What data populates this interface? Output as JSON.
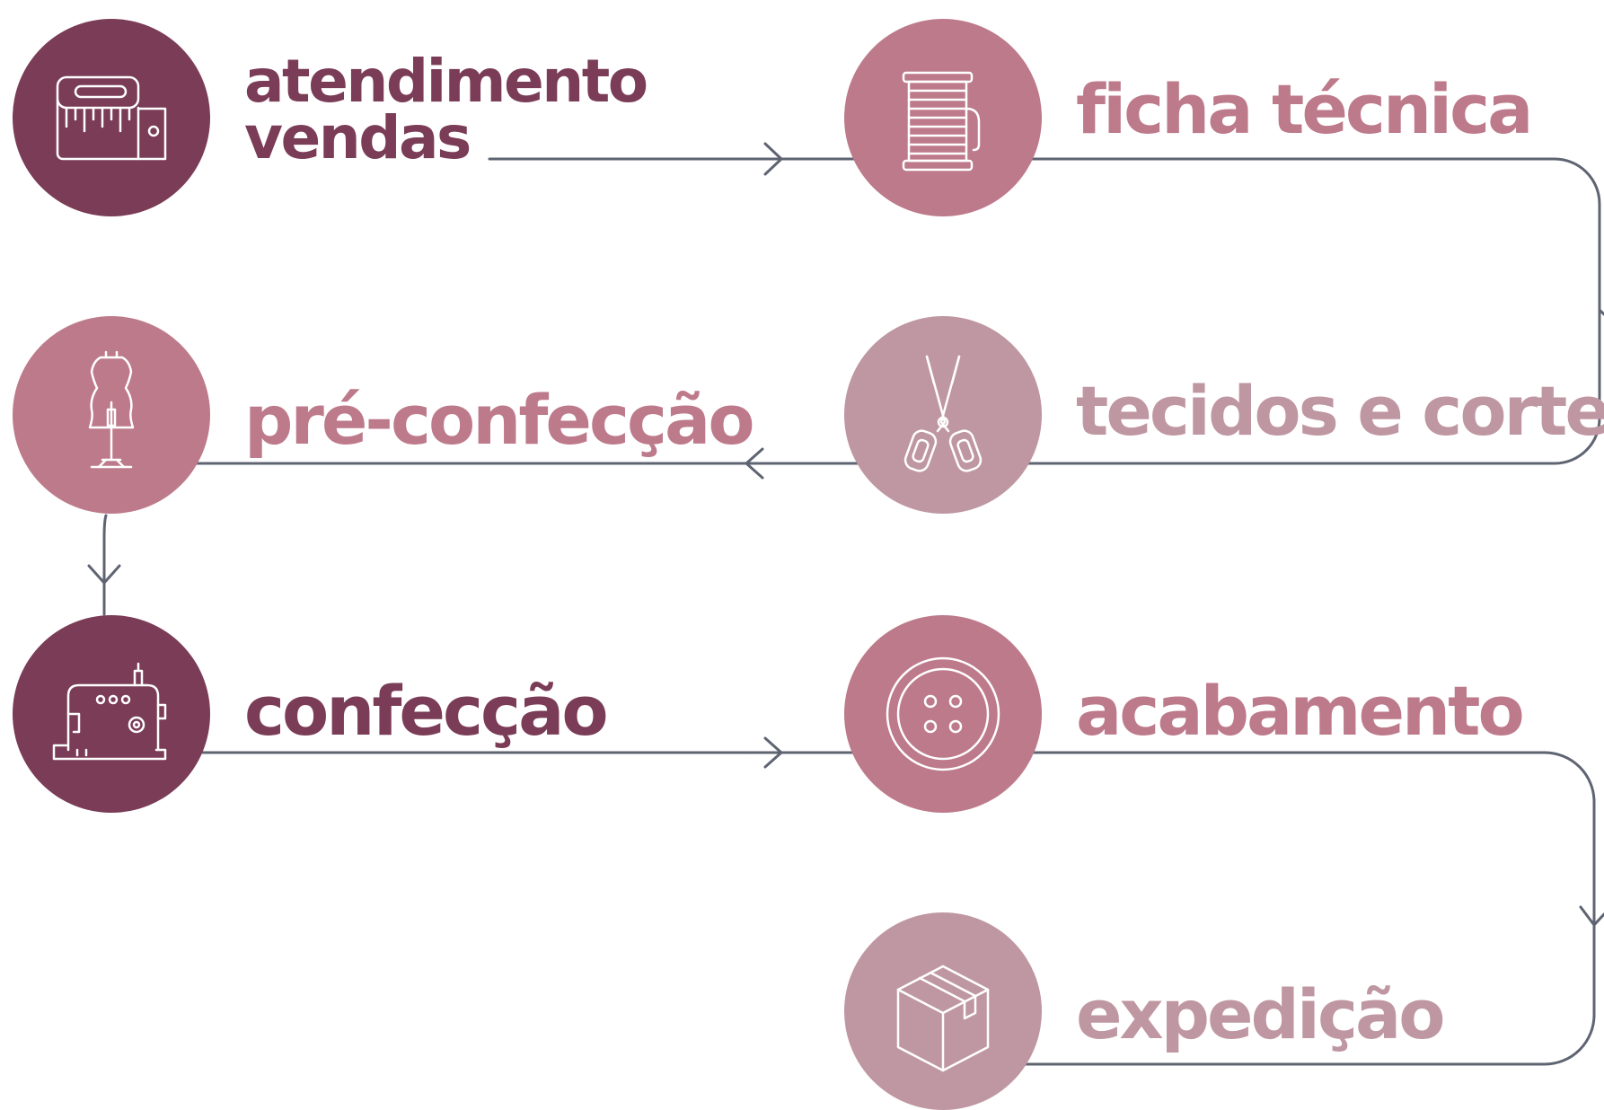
{
  "colors": {
    "dark": "#7A3C56",
    "pink": "#BD7A8B",
    "mauve": "#BF97A2",
    "line": "#5F6472",
    "icon_stroke": "#FFFFFF"
  },
  "stages": [
    {
      "id": "atendimento",
      "label_line1": "atendimento",
      "label_line2": "vendas",
      "tone": "dark",
      "icon": "tape-measure-icon"
    },
    {
      "id": "ficha",
      "label": "ficha técnica",
      "tone": "pink",
      "icon": "thread-spool-icon"
    },
    {
      "id": "tecidos",
      "label": "tecidos e cortes",
      "tone": "mauve",
      "icon": "scissors-icon"
    },
    {
      "id": "pre",
      "label": "pré-confecção",
      "tone": "pink",
      "icon": "dress-form-icon"
    },
    {
      "id": "confeccao",
      "label": "confecção",
      "tone": "dark",
      "icon": "sewing-machine-icon"
    },
    {
      "id": "acabamento",
      "label": "acabamento",
      "tone": "pink",
      "icon": "button-icon"
    },
    {
      "id": "expedicao",
      "label": "expedição",
      "tone": "mauve",
      "icon": "box-icon"
    }
  ]
}
